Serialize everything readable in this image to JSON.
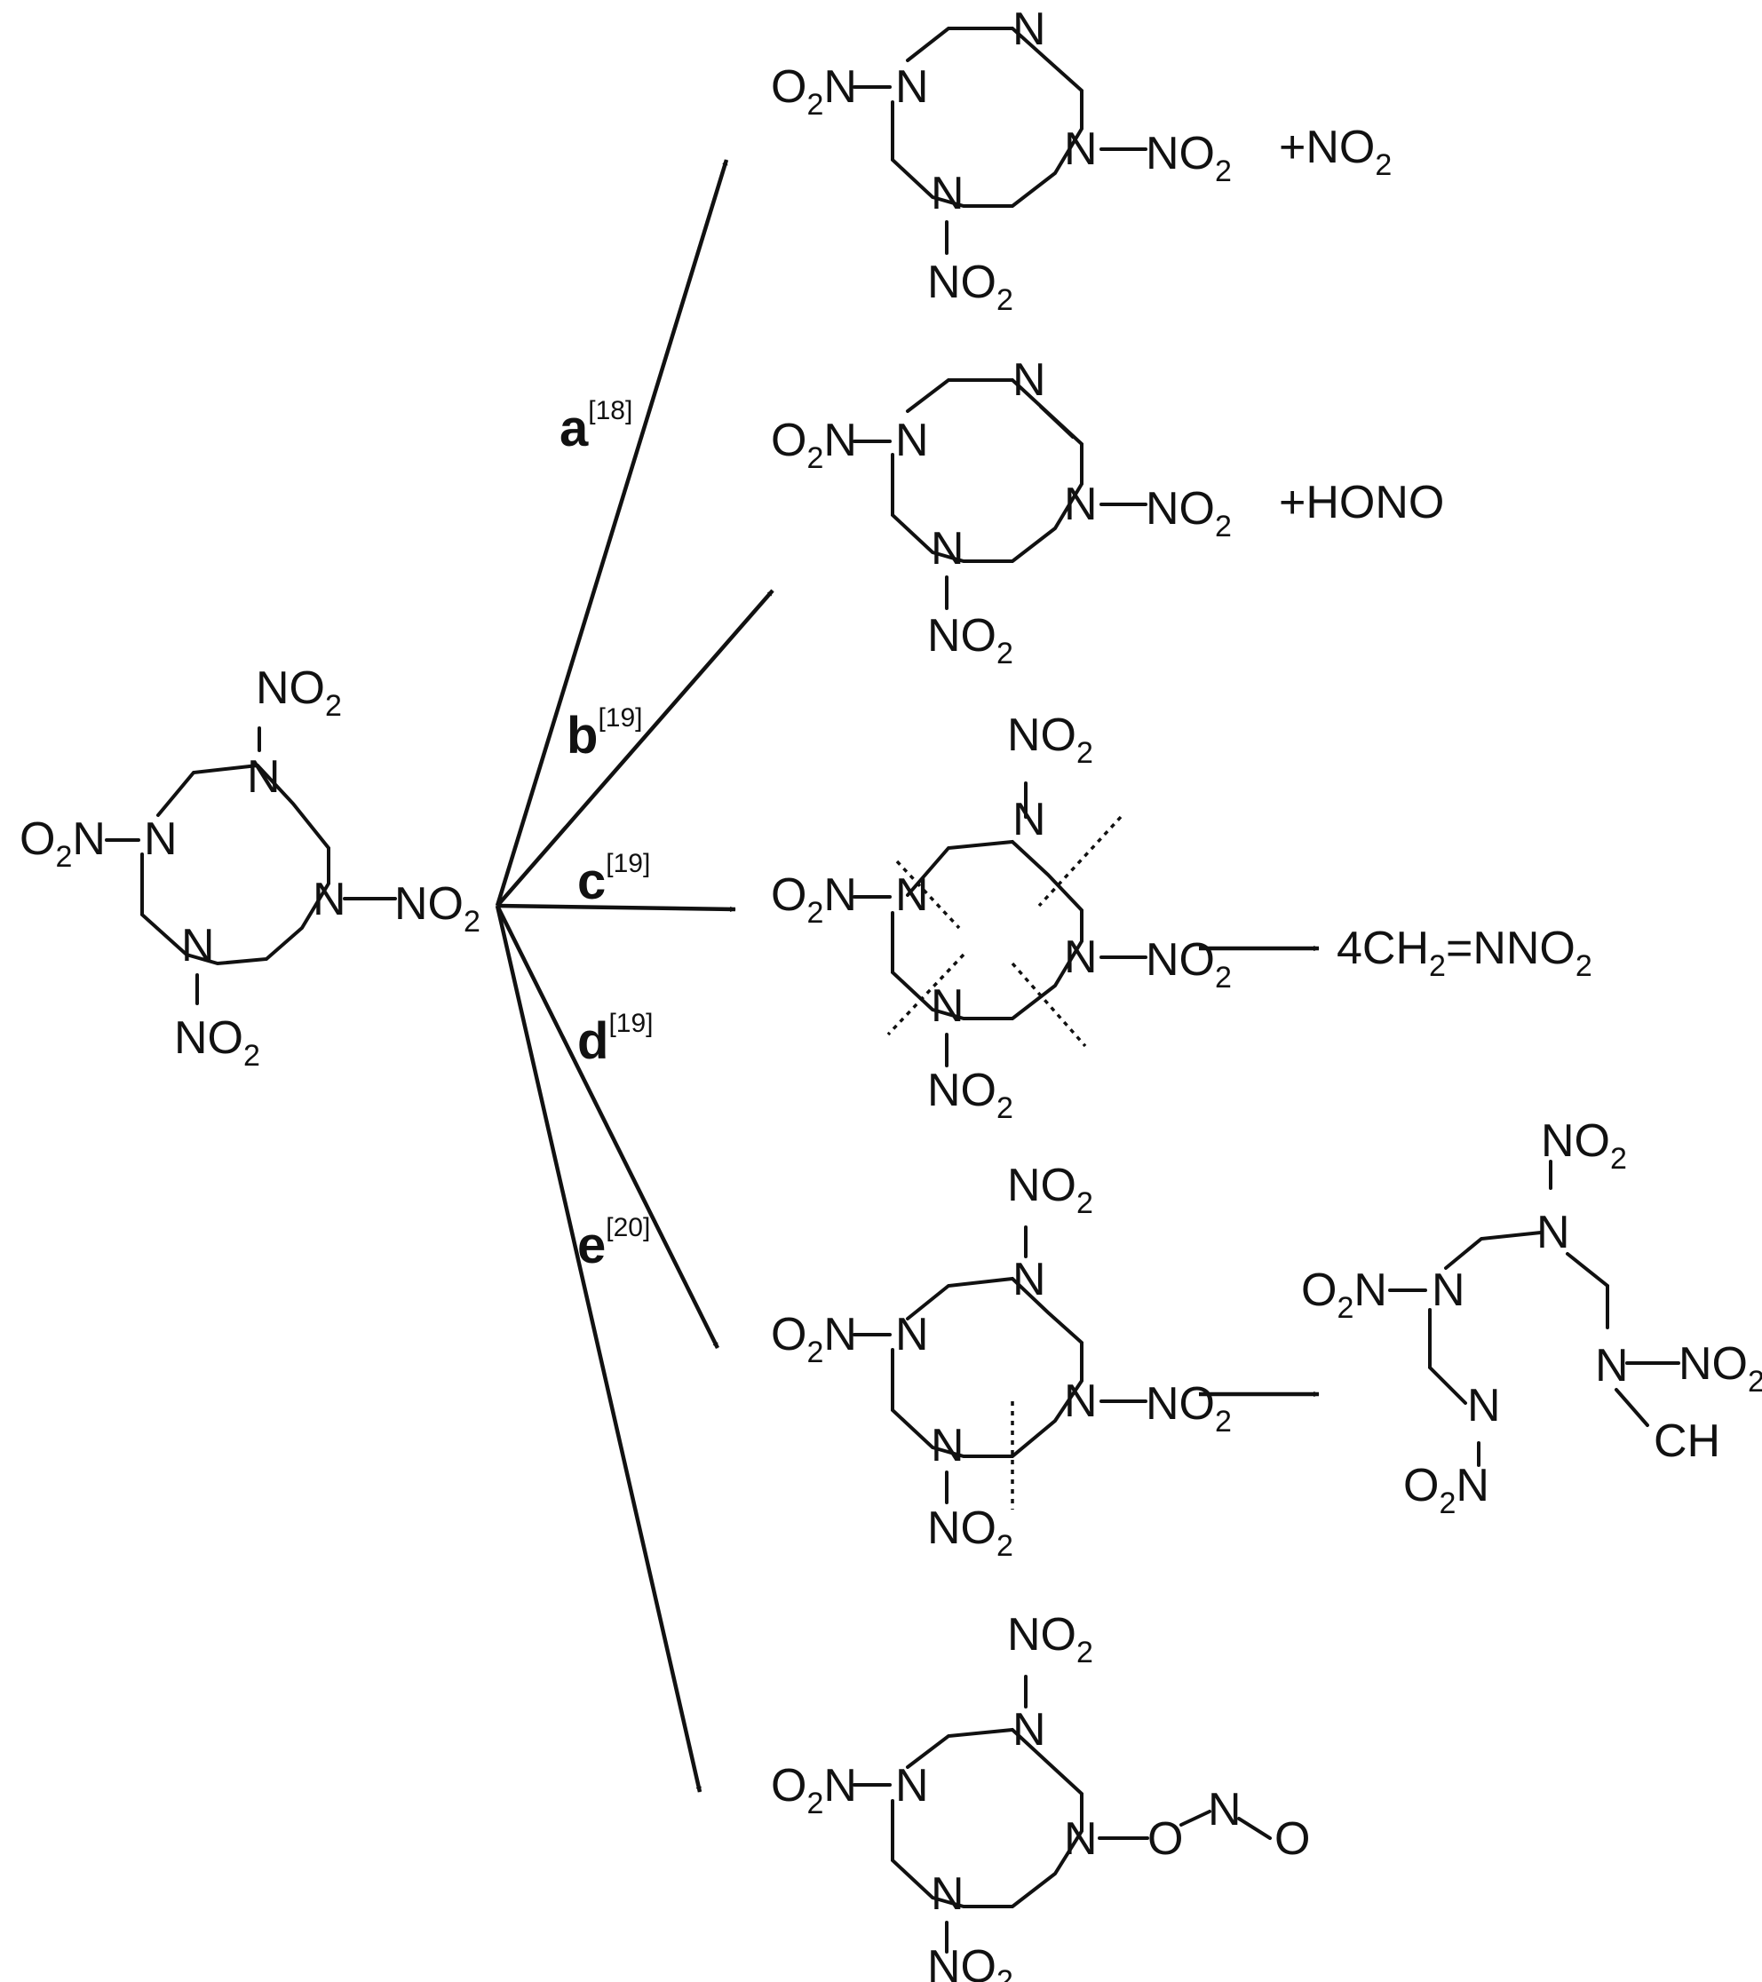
{
  "atoms": {
    "n": "N",
    "o": "O",
    "no2": "NO",
    "o2n": "O",
    "o2n_tail": "N",
    "two": "2",
    "ch": "CH"
  },
  "pathways": [
    {
      "key": "a",
      "label": "a",
      "ref": "[18]",
      "product": "+NO",
      "product_sub": "2"
    },
    {
      "key": "b",
      "label": "b",
      "ref": "[19]",
      "product": "+HONO"
    },
    {
      "key": "c",
      "label": "c",
      "ref": "[19]",
      "product": "4CH",
      "product_sub": "2",
      "product_tail": "=NNO",
      "product_sub2": "2"
    },
    {
      "key": "d",
      "label": "d",
      "ref": "[19]"
    },
    {
      "key": "e",
      "label": "e",
      "ref": "[20]"
    }
  ],
  "colors": {
    "ink": "#111111",
    "background": "#ffffff"
  }
}
